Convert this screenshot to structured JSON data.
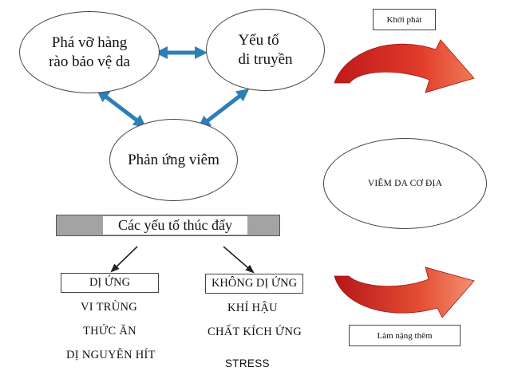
{
  "nodes": {
    "barrier": "Phá vỡ hàng\nrào bảo vệ da",
    "genetic": "Yếu tố\ndi truyền",
    "inflammation": "Phản ứng viêm",
    "dermatitis": "VIÊM DA CƠ ĐỊA"
  },
  "triggers": {
    "title": "Các yếu tố thúc đẩy",
    "allergic": {
      "label": "DỊ ỨNG",
      "items": [
        "VI TRÙNG",
        "THỨC ĂN",
        "DỊ NGUYÊN HÍT"
      ]
    },
    "non_allergic": {
      "label": "KHÔNG DỊ ỨNG",
      "items": [
        "KHÍ HẬU",
        "CHẤT KÍCH ỨNG",
        "STRESS"
      ]
    }
  },
  "cycle": {
    "onset": "Khởi phát",
    "aggravate": "Làm nặng thêm"
  },
  "colors": {
    "blue_arrow": "#2d7fb8",
    "red_arrow_dark": "#c0191a",
    "red_arrow_light": "#f0805a"
  }
}
